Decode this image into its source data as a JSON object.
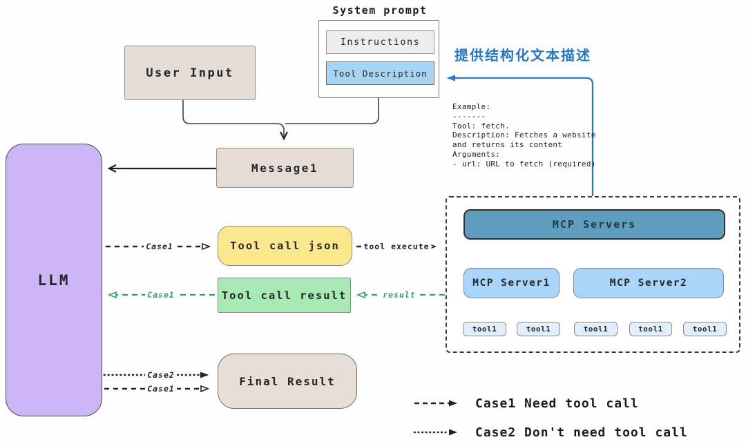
{
  "system_prompt": {
    "label": "System prompt",
    "instructions": "Instructions",
    "tool_description": "Tool Description"
  },
  "user_input": {
    "label": "User Input"
  },
  "llm": {
    "label": "LLM"
  },
  "flow": {
    "message1": "Message1",
    "tool_call_json": "Tool call json",
    "tool_call_result": "Tool call result",
    "final_result": "Final Result"
  },
  "annotation": {
    "note_cn": "提供结构化文本描述",
    "example": "Example:\n-------\nTool: fetch.\nDescription: Fetches a website\nand returns its content\nArguments:\n- url: URL to fetch (required)"
  },
  "edge_labels": {
    "case1_json": "Case1",
    "tool_execute": "tool execute",
    "result": "result",
    "case1_result": "Case1",
    "case2_final": "Case2",
    "case1_final": "Case1"
  },
  "mcp": {
    "servers": "MCP Servers",
    "server1": "MCP Server1",
    "server2": "MCP Server2",
    "server1_tools": [
      "tool1",
      "tool1"
    ],
    "server2_tools": [
      "tool1",
      "tool1",
      "tool1"
    ]
  },
  "legend": {
    "items": [
      {
        "style": "dashed",
        "label": "Case1 Need tool call"
      },
      {
        "style": "dotted",
        "label": "Case2 Don't need tool call"
      }
    ]
  },
  "colors": {
    "accent_blue": "#2878c4",
    "accent_green": "#2ca45f",
    "llm_fill": "#ccb6f7",
    "neutral_fill": "#e6dcd6",
    "json_fill": "#fbe78e",
    "result_fill": "#a7eab6",
    "mcp_servers_fill": "#5e9dbd",
    "mcp_server_fill": "#a9d6f8",
    "tool_fill": "#e0effb",
    "instructions_fill": "#ededed",
    "tool_description_fill": "#a6d4f2"
  }
}
